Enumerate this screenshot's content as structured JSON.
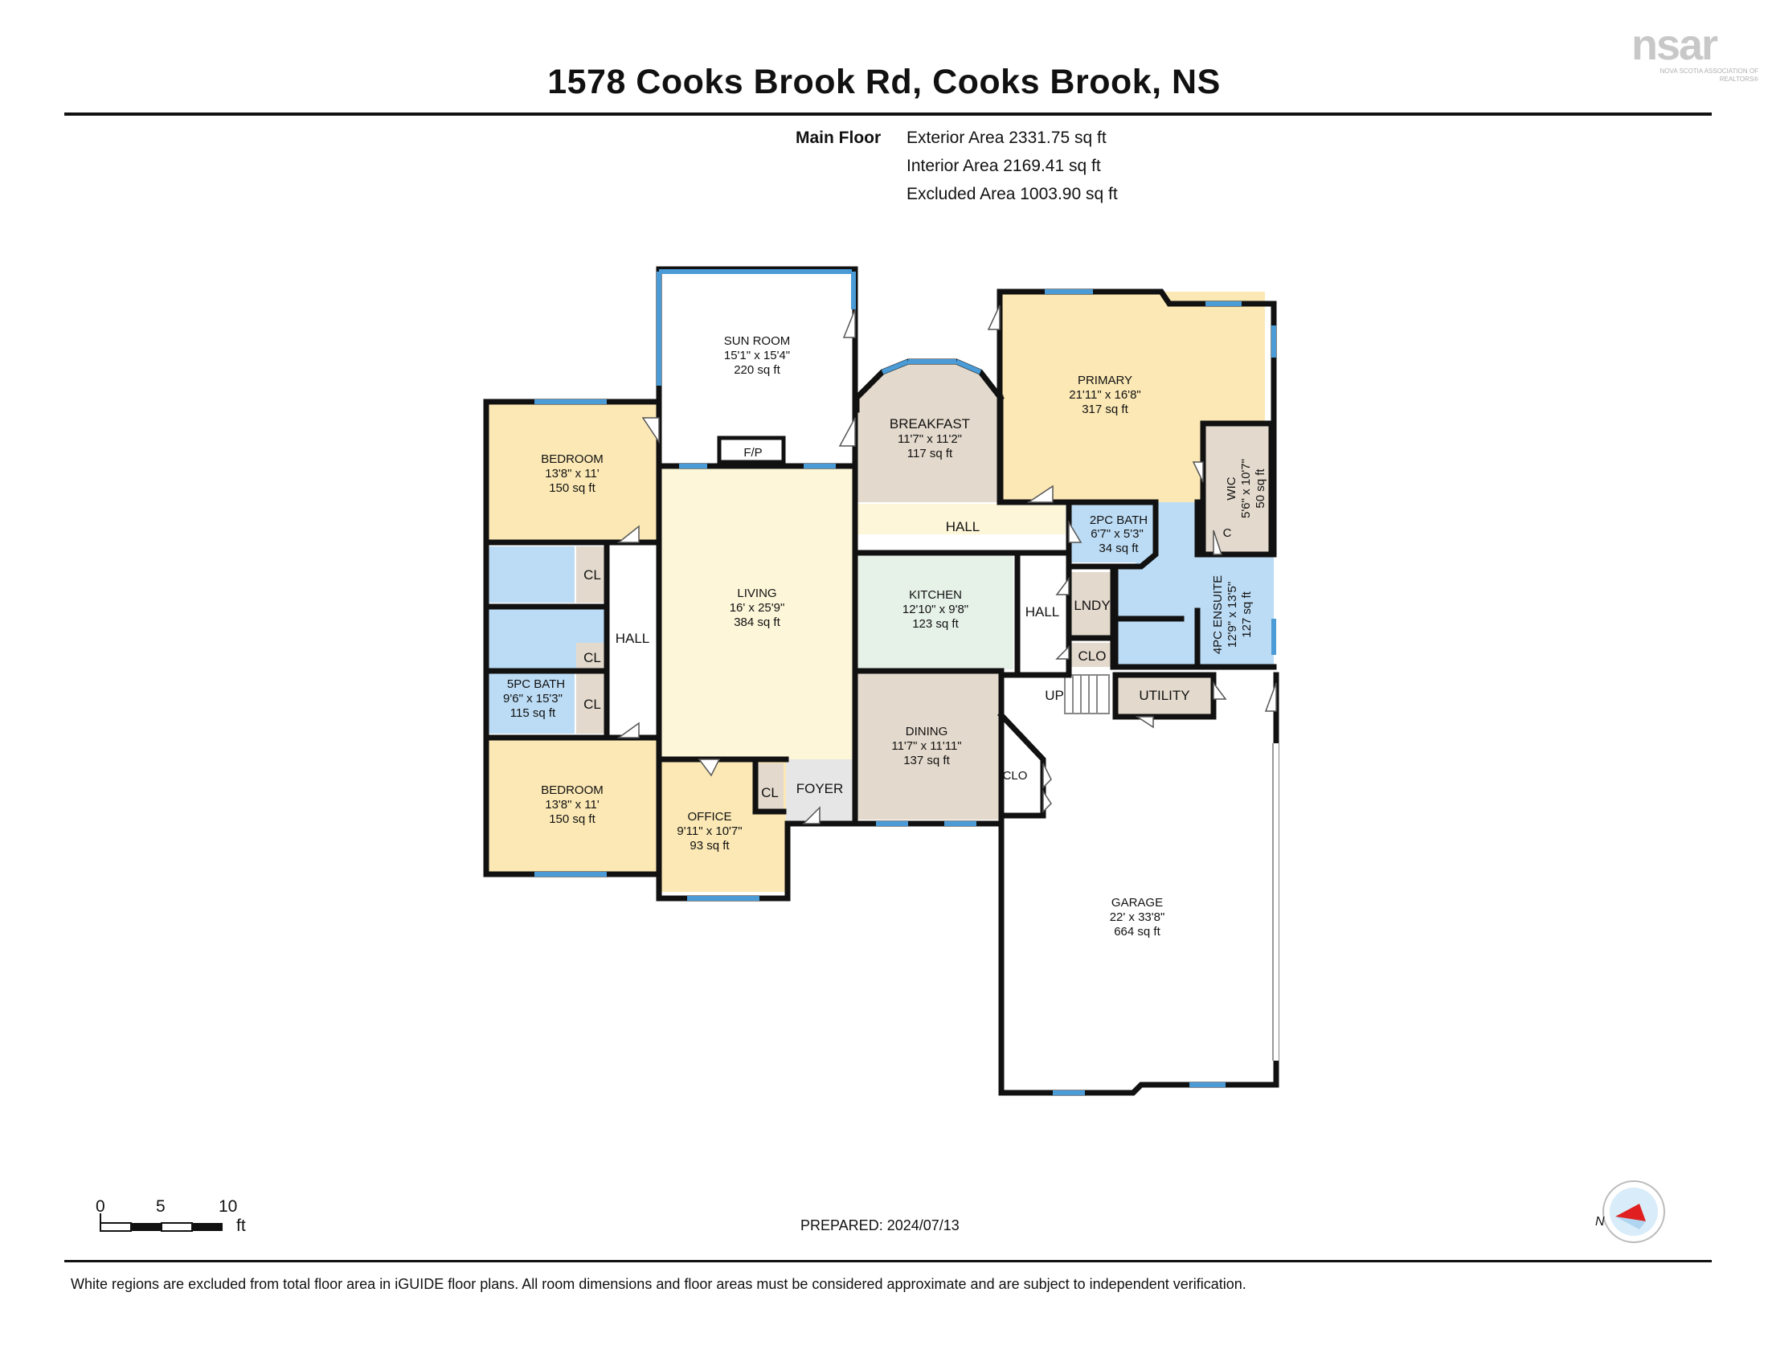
{
  "header": {
    "title": "1578 Cooks Brook Rd, Cooks Brook, NS",
    "logo_text": "nsar",
    "logo_subtext": "NOVA SCOTIA ASSOCIATION OF REALTORS®"
  },
  "summary": {
    "floor_label": "Main Floor",
    "exterior_area": "Exterior Area 2331.75 sq ft",
    "interior_area": "Interior Area 2169.41 sq ft",
    "excluded_area": "Excluded Area 1003.90 sq ft"
  },
  "rooms": {
    "sun_room": {
      "name": "SUN ROOM",
      "dims": "15'1\" x 15'4\"",
      "area": "220 sq ft"
    },
    "breakfast": {
      "name": "BREAKFAST",
      "dims": "11'7\" x 11'2\"",
      "area": "117 sq ft"
    },
    "primary": {
      "name": "PRIMARY",
      "dims": "21'11\" x 16'8\"",
      "area": "317 sq ft"
    },
    "bedroom_top": {
      "name": "BEDROOM",
      "dims": "13'8\" x 11'",
      "area": "150 sq ft"
    },
    "bedroom_bottom": {
      "name": "BEDROOM",
      "dims": "13'8\" x 11'",
      "area": "150 sq ft"
    },
    "living": {
      "name": "LIVING",
      "dims": "16' x 25'9\"",
      "area": "384 sq ft"
    },
    "kitchen": {
      "name": "KITCHEN",
      "dims": "12'10\" x 9'8\"",
      "area": "123 sq ft"
    },
    "dining": {
      "name": "DINING",
      "dims": "11'7\" x 11'11\"",
      "area": "137 sq ft"
    },
    "office": {
      "name": "OFFICE",
      "dims": "9'11\" x 10'7\"",
      "area": "93 sq ft"
    },
    "bath_5pc": {
      "name": "5PC BATH",
      "dims": "9'6\" x 15'3\"",
      "area": "115 sq ft"
    },
    "bath_2pc": {
      "name": "2PC BATH",
      "dims": "6'7\" x 5'3\"",
      "area": "34 sq ft"
    },
    "wic": {
      "name": "WIC",
      "dims": "5'6\" x 10'7\"",
      "area": "50 sq ft"
    },
    "ensuite": {
      "name": "4PC ENSUITE",
      "dims": "12'9\" x 13'5\"",
      "area": "127 sq ft"
    },
    "garage": {
      "name": "GARAGE",
      "dims": "22' x 33'8\"",
      "area": "664 sq ft"
    }
  },
  "labels": {
    "hall_main": "HALL",
    "hall_left": "HALL",
    "hall_right": "HALL",
    "fp": "F/P",
    "cl": "CL",
    "clo": "CLO",
    "c": "C",
    "lndy": "LNDY",
    "utility": "UTILITY",
    "up": "UP",
    "foyer": "FOYER"
  },
  "scale": {
    "ticks": [
      "0",
      "5",
      "10"
    ],
    "unit": "ft"
  },
  "compass": {
    "letter": "N"
  },
  "prepared": "PREPARED: 2024/07/13",
  "footnote": "White regions are excluded from total floor area in iGUIDE floor plans. All room dimensions and floor areas must be considered approximate and are subject to independent verification.",
  "colors": {
    "bedroom": "#fbe8b4",
    "living": "#fdf6d9",
    "kitchen": "#e6f1e8",
    "bath": "#bcdcf5",
    "utility": "#e3d9cc",
    "foyer": "#e6e6e6",
    "window": "#4a9bd6"
  }
}
